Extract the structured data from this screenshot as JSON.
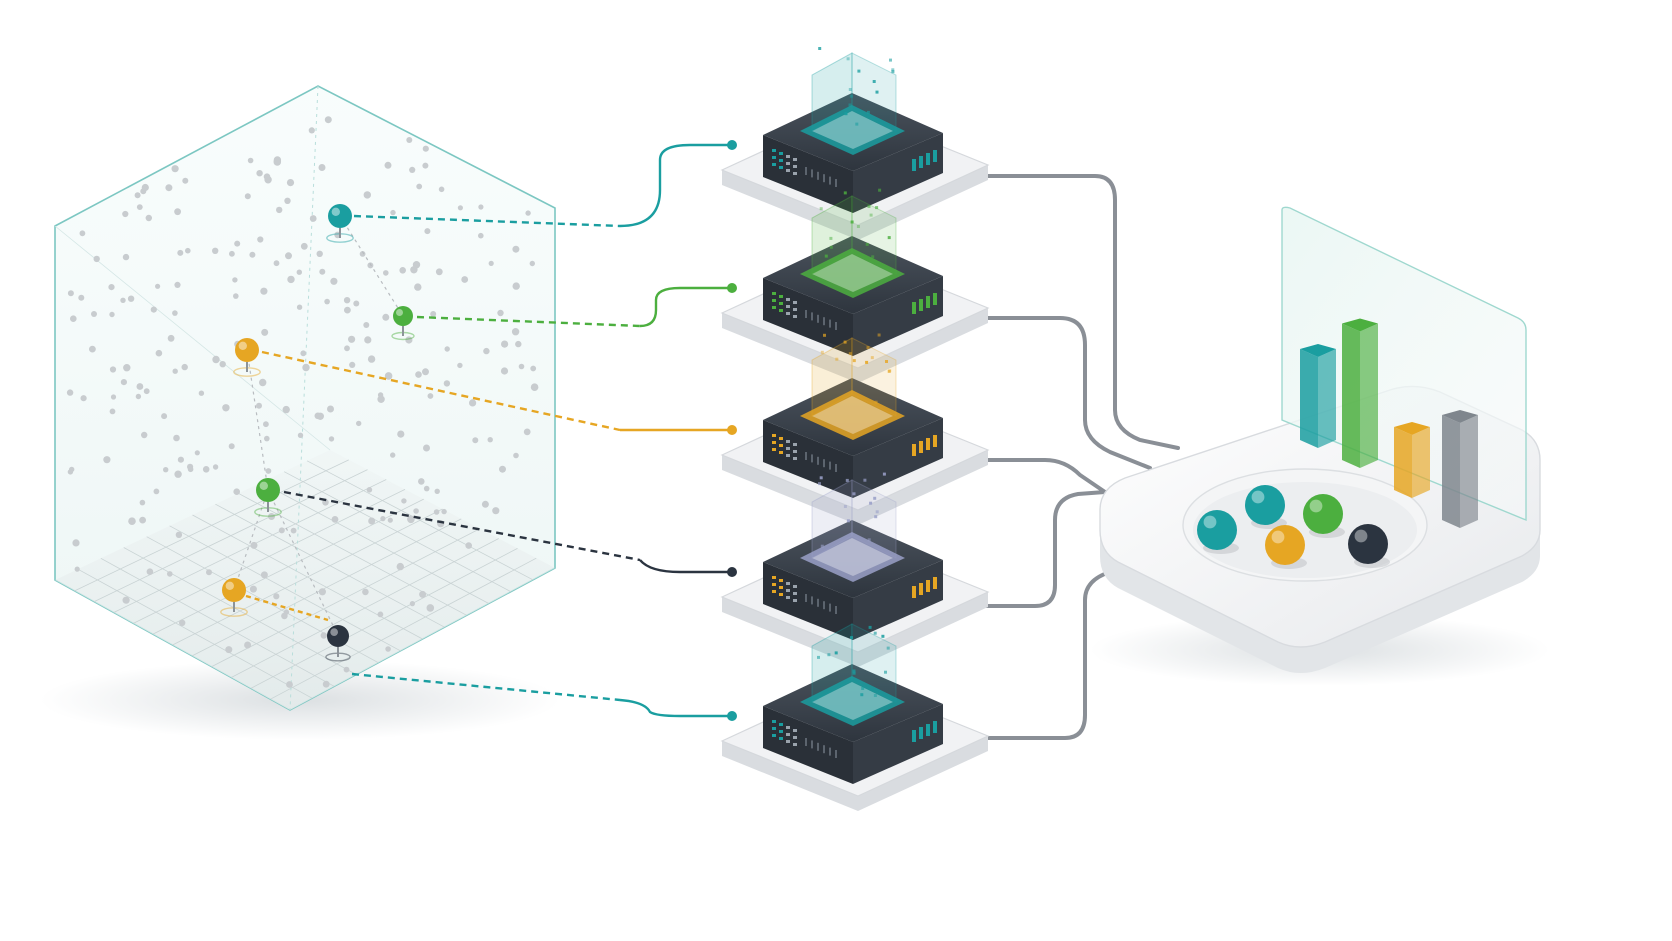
{
  "palette": {
    "teal": "#1a9ea0",
    "green": "#4caf3f",
    "amber": "#e6a623",
    "slate": "#9aa0c8",
    "navy": "#2b3440",
    "server_body": "#2e353e",
    "platform": "#eef0f2",
    "cube_edge": "#7cc7c2",
    "cable": "#8a8f96"
  },
  "cube_points": [
    {
      "name": "point-teal-top",
      "color": "teal"
    },
    {
      "name": "point-green-upper",
      "color": "green"
    },
    {
      "name": "point-amber-middle",
      "color": "amber"
    },
    {
      "name": "point-green-lower",
      "color": "green"
    },
    {
      "name": "point-amber-bottom",
      "color": "amber"
    },
    {
      "name": "point-navy-bottom",
      "color": "navy"
    }
  ],
  "servers": [
    {
      "name": "server-1",
      "glow": "teal",
      "led": "teal"
    },
    {
      "name": "server-2",
      "glow": "green",
      "led": "green"
    },
    {
      "name": "server-3",
      "glow": "amber",
      "led": "amber"
    },
    {
      "name": "server-4",
      "glow": "slate",
      "led": "amber"
    },
    {
      "name": "server-5",
      "glow": "teal",
      "led": "teal"
    }
  ],
  "result_spheres": [
    {
      "name": "sphere-teal-left",
      "color": "teal"
    },
    {
      "name": "sphere-teal-top",
      "color": "teal"
    },
    {
      "name": "sphere-amber",
      "color": "amber"
    },
    {
      "name": "sphere-green",
      "color": "green"
    },
    {
      "name": "sphere-navy",
      "color": "navy"
    }
  ],
  "result_bars": [
    {
      "name": "bar-teal",
      "color": "teal",
      "level": 0.52
    },
    {
      "name": "bar-green",
      "color": "green",
      "level": 0.78
    },
    {
      "name": "bar-amber",
      "color": "amber",
      "level": 0.36
    },
    {
      "name": "bar-grey",
      "color": "grey",
      "level": 0.6
    }
  ]
}
